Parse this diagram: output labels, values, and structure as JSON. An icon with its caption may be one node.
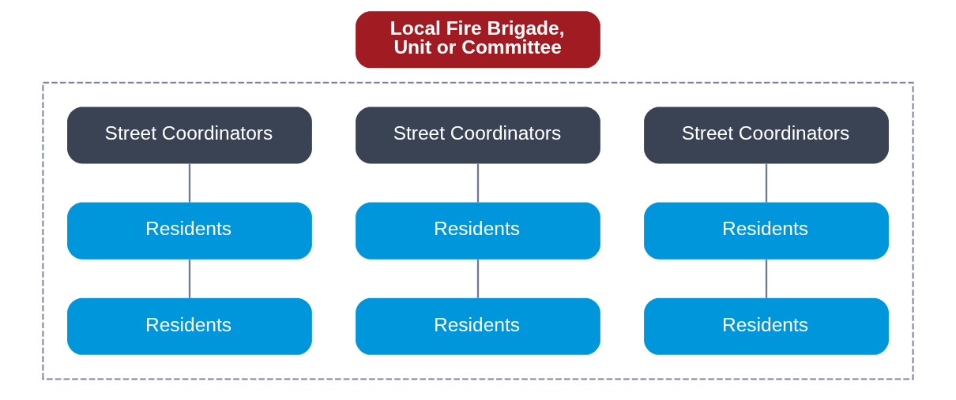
{
  "diagram": {
    "nodes": [
      {
        "text": [
          "Local Fire Brigade, Unit or Committee"
        ]
      },
      {
        "text": [],
        "shape": "box"
      },
      {
        "text": [
          "Street Coordinators"
        ],
        "in": 1
      },
      {
        "text": [
          "Street Coordinators"
        ],
        "in": 1
      },
      {
        "text": [
          "Street Coordinators"
        ],
        "in": 1
      },
      {
        "text": [
          "Residents"
        ],
        "in": 1
      },
      {
        "text": [
          "Residents"
        ],
        "in": 1
      },
      {
        "text": [
          "Residents"
        ],
        "in": 1
      },
      {
        "text": [
          "Residents"
        ],
        "in": 1
      },
      {
        "text": [
          "Residents"
        ],
        "in": 1
      },
      {
        "text": [
          "Residents"
        ],
        "in": 1
      }
    ],
    "edges": [
      {
        "from": 2,
        "to": 5,
        "arrow": "none"
      },
      {
        "from": 5,
        "to": 8,
        "arrow": "none"
      },
      {
        "from": 3,
        "to": 6,
        "arrow": "none"
      },
      {
        "from": 6,
        "to": 9,
        "arrow": "none"
      },
      {
        "from": 4,
        "to": 7,
        "arrow": "none"
      },
      {
        "from": 7,
        "to": 10,
        "arrow": "none"
      }
    ]
  }
}
